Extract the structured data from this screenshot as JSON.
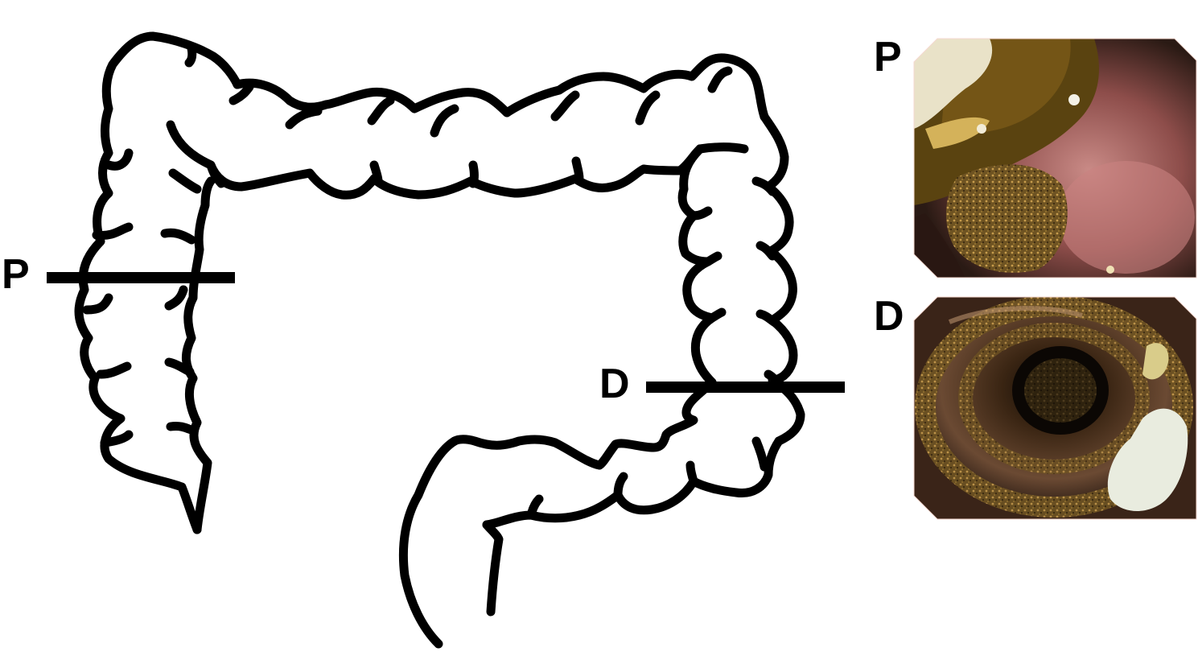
{
  "labels": {
    "proximal_cut": "P",
    "distal_cut": "D",
    "panel_top": "P",
    "panel_bottom": "D"
  },
  "colors": {
    "outline": "#000000",
    "background": "#ffffff"
  },
  "panels": [
    {
      "label_key": "panel_top",
      "content": "endoscopy-photo-proximal"
    },
    {
      "label_key": "panel_bottom",
      "content": "endoscopy-photo-distal"
    }
  ]
}
